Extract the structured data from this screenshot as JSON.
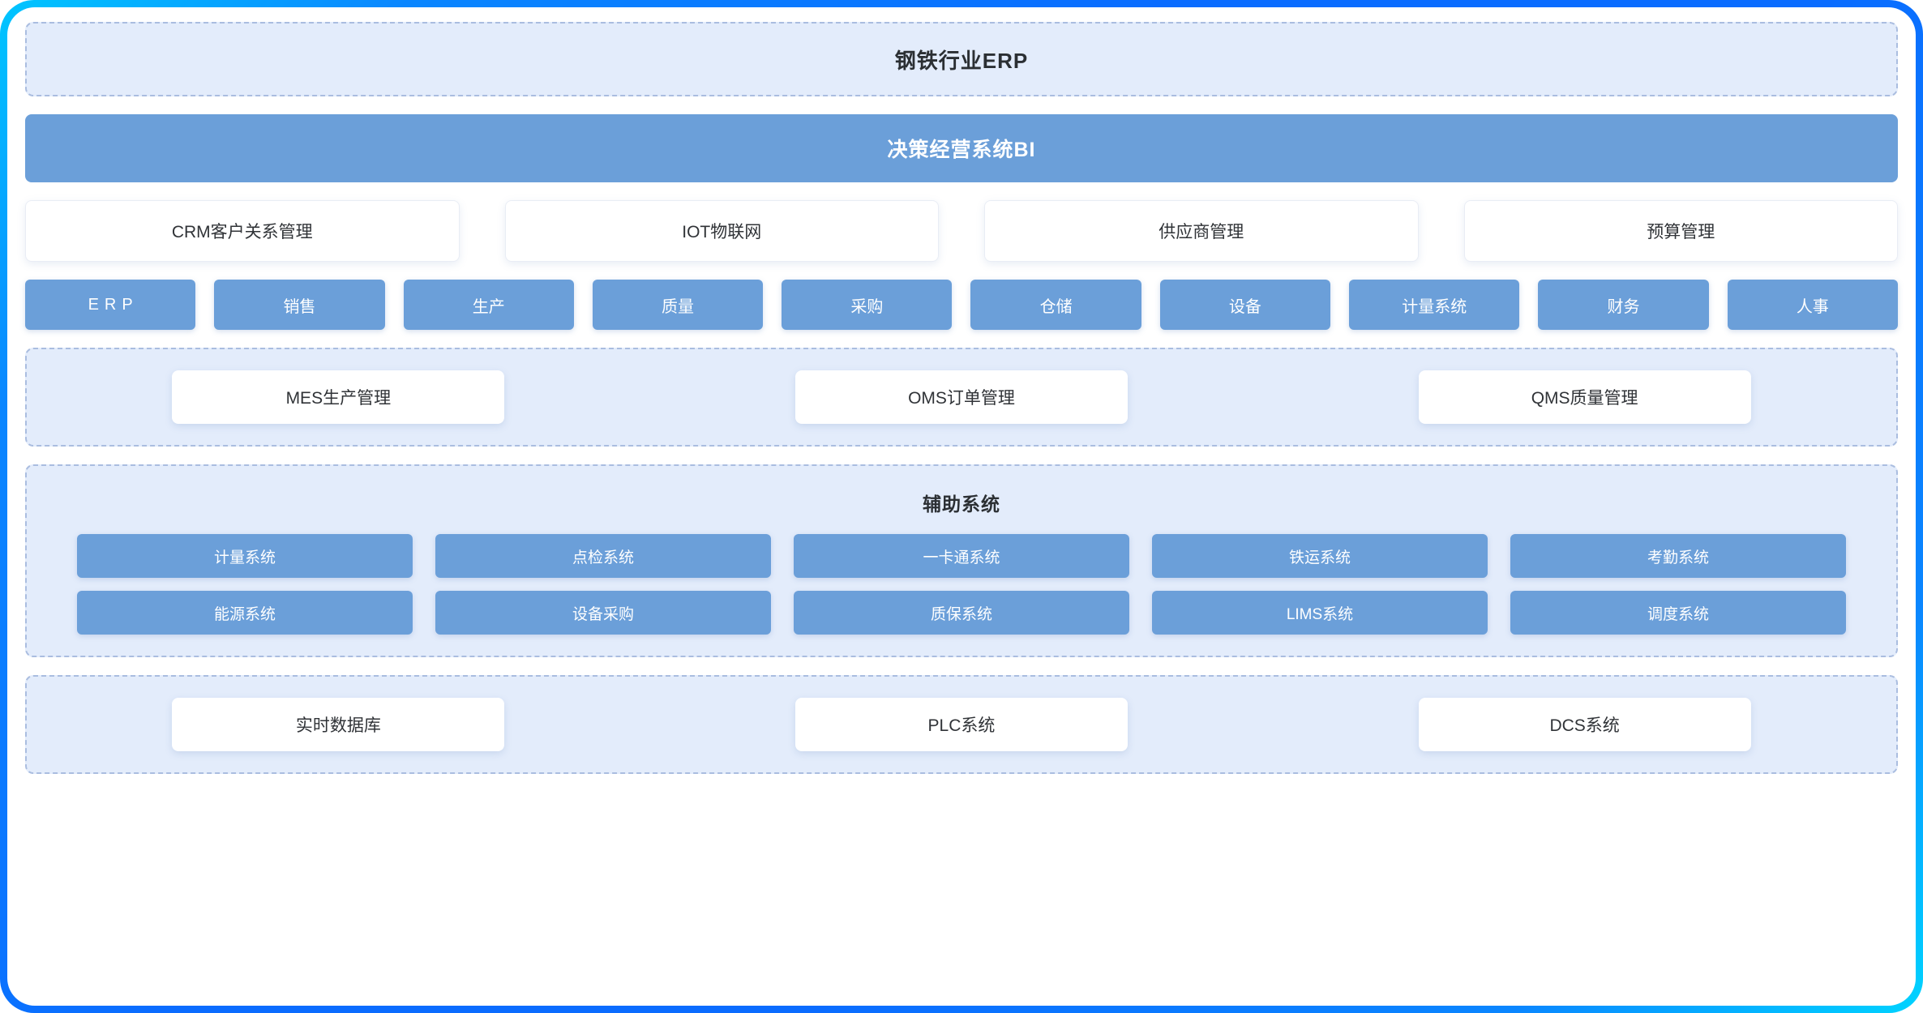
{
  "diagram": {
    "title": "钢铁行业ERP",
    "bi_band": {
      "label": "决策经营系统BI"
    },
    "top_cards": [
      {
        "label": "CRM客户关系管理"
      },
      {
        "label": "IOT物联网"
      },
      {
        "label": "供应商管理"
      },
      {
        "label": "预算管理"
      }
    ],
    "module_chips": [
      {
        "label": "ERP",
        "spaced": true
      },
      {
        "label": "销售"
      },
      {
        "label": "生产"
      },
      {
        "label": "质量"
      },
      {
        "label": "采购"
      },
      {
        "label": "仓储"
      },
      {
        "label": "设备"
      },
      {
        "label": "计量系统"
      },
      {
        "label": "财务"
      },
      {
        "label": "人事"
      }
    ],
    "core_systems": [
      {
        "label": "MES生产管理"
      },
      {
        "label": "OMS订单管理"
      },
      {
        "label": "QMS质量管理"
      }
    ],
    "aux_section": {
      "title": "辅助系统",
      "items": [
        {
          "label": "计量系统"
        },
        {
          "label": "点检系统"
        },
        {
          "label": "一卡通系统"
        },
        {
          "label": "铁运系统"
        },
        {
          "label": "考勤系统"
        },
        {
          "label": "能源系统"
        },
        {
          "label": "设备采购"
        },
        {
          "label": "质保系统"
        },
        {
          "label": "LIMS系统"
        },
        {
          "label": "调度系统"
        }
      ]
    },
    "base_systems": [
      {
        "label": "实时数据库"
      },
      {
        "label": "PLC系统"
      },
      {
        "label": "DCS系统"
      }
    ],
    "colors": {
      "frame_start": "#00c6ff",
      "frame_mid": "#0a6cff",
      "chip_blue": "#6b9fd9",
      "panel_bg": "#e3ecfb",
      "panel_dash": "#aabde0",
      "text_dark": "#2b2f33"
    }
  }
}
